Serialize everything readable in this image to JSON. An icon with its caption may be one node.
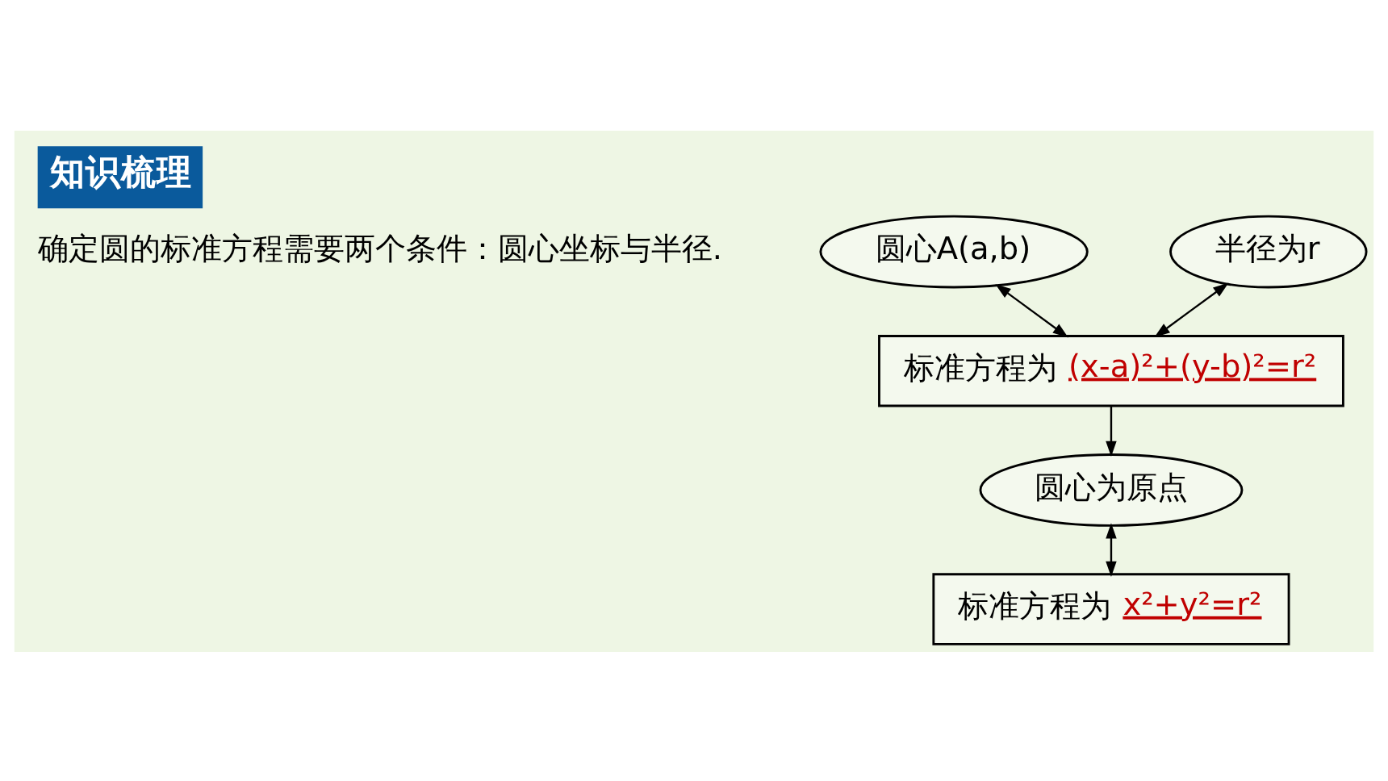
{
  "diagram": {
    "title": "知识梳理",
    "nodes": [
      {
        "text": [
          "圆心A(a,b)"
        ]
      },
      {
        "text": [
          "半径为r"
        ]
      },
      {
        "text": [
          "标准方程为",
          "(x-a)²+(y-b)²=r²"
        ]
      },
      {
        "text": [
          "圆心为原点"
        ]
      },
      {
        "text": [
          "标准方程为",
          "x²+y²=r²"
        ]
      }
    ],
    "edges": [
      {
        "from": 0,
        "to": 2,
        "arrow": "both"
      },
      {
        "from": 1,
        "to": 2,
        "arrow": "both"
      },
      {
        "from": 2,
        "to": 3,
        "arrow": "to"
      },
      {
        "from": 3,
        "to": 4,
        "arrow": "both"
      }
    ],
    "labels": [
      "确定圆的标准方程需要两个条件：圆心坐标与半径."
    ]
  }
}
